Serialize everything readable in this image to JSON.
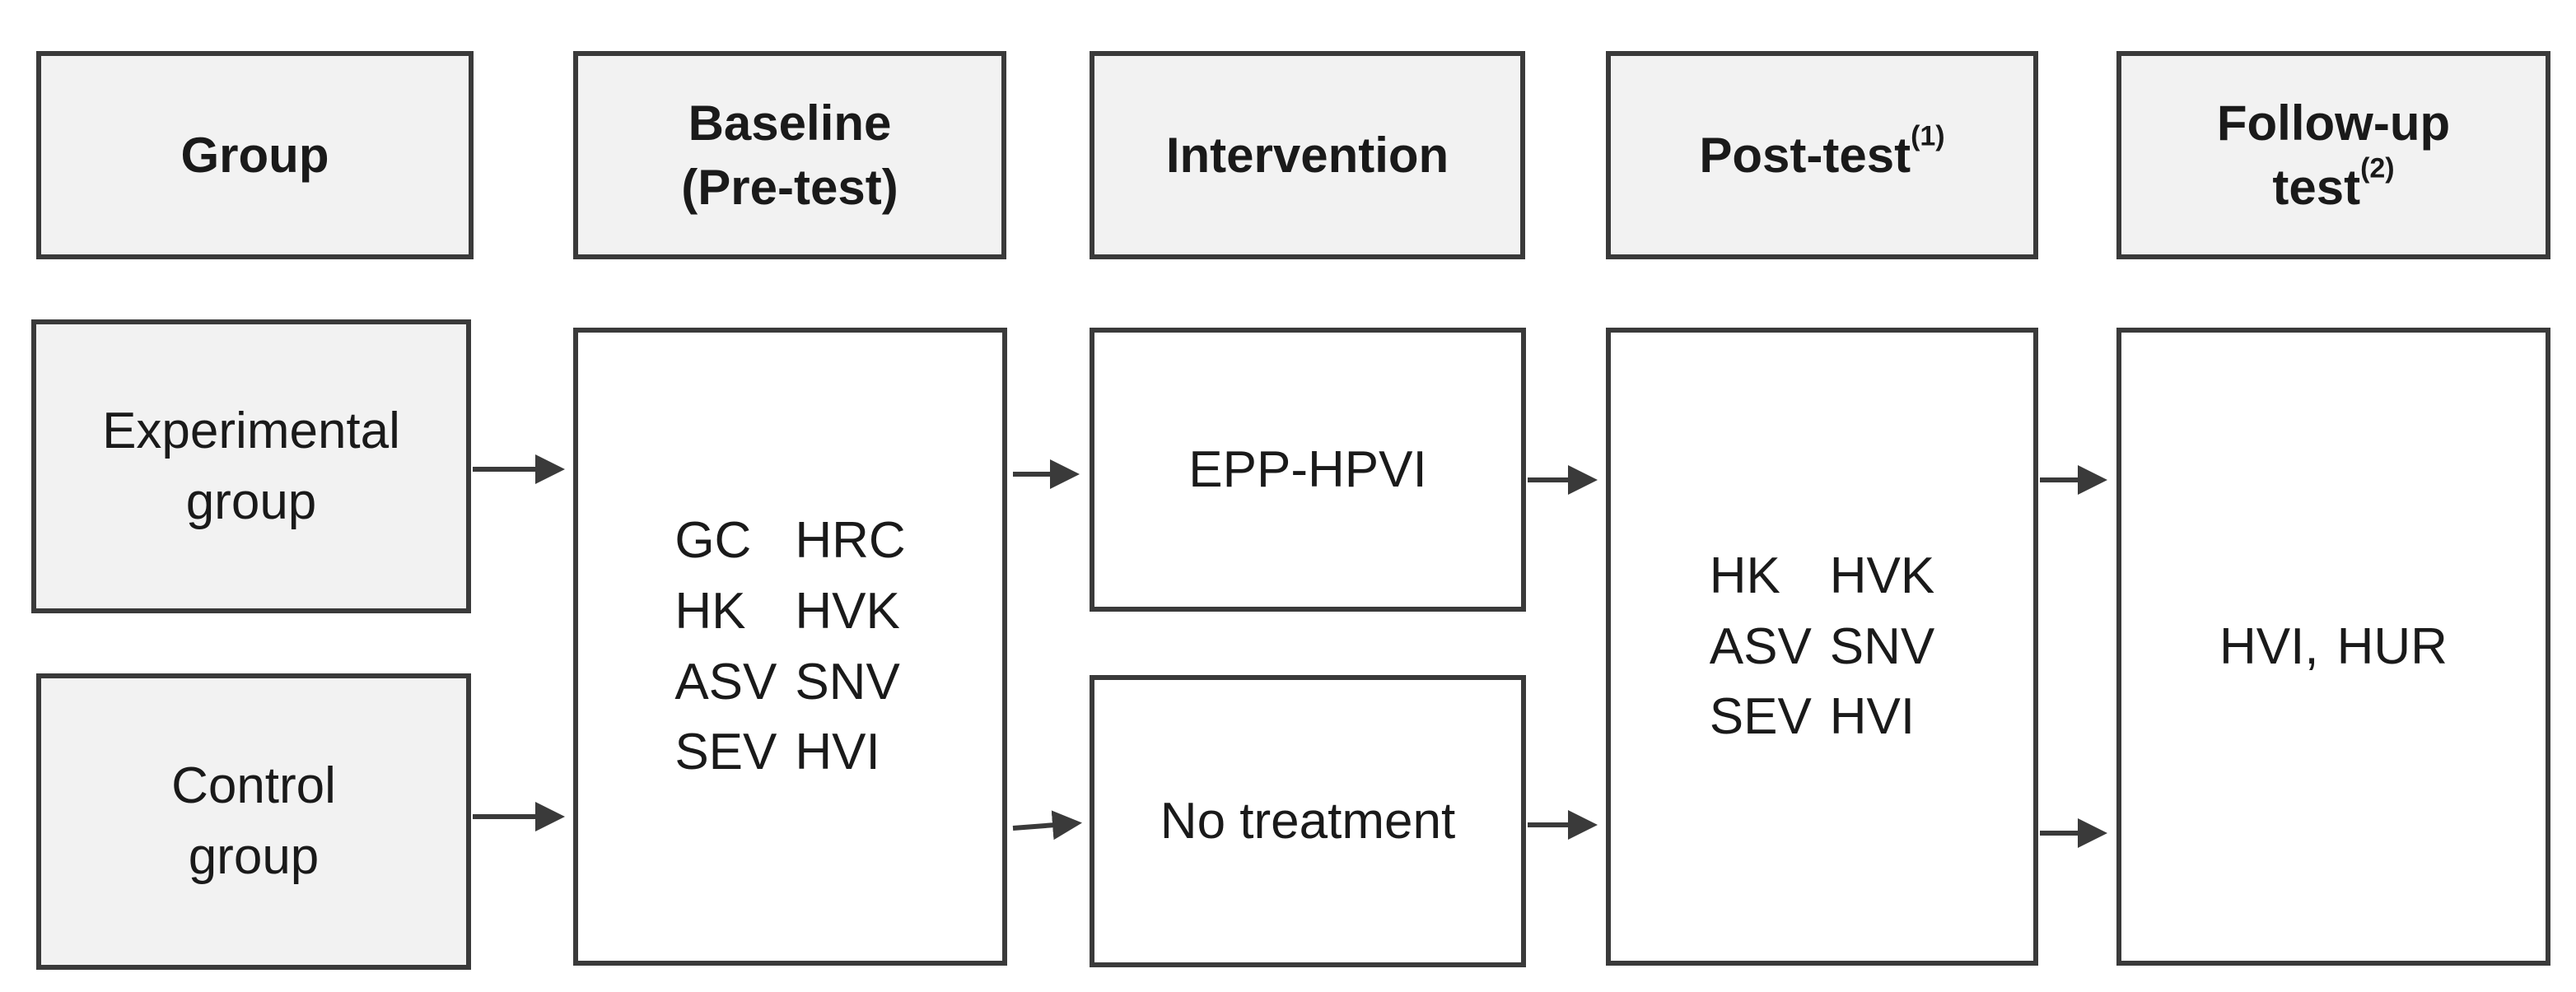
{
  "headers": {
    "group": "Group",
    "baseline_line1": "Baseline",
    "baseline_line2": "(Pre-test)",
    "intervention": "Intervention",
    "posttest": "Post-test",
    "posttest_sup": "(1)",
    "followup_line1": "Follow-up",
    "followup_line2": "test",
    "followup_sup": "(2)"
  },
  "groups": {
    "experimental_line1": "Experimental",
    "experimental_line2": "group",
    "control_line1": "Control",
    "control_line2": "group"
  },
  "baseline_measures": [
    [
      "GC",
      "HRC"
    ],
    [
      "HK",
      "HVK"
    ],
    [
      "ASV",
      "SNV"
    ],
    [
      "SEV",
      "HVI"
    ]
  ],
  "interventions": {
    "experimental": "EPP-HPVI",
    "control": "No treatment"
  },
  "posttest_measures": [
    [
      "HK",
      "HVK"
    ],
    [
      "ASV",
      "SNV"
    ],
    [
      "SEV",
      "HVI"
    ]
  ],
  "followup_measures": {
    "a": "HVI,",
    "b": "HUR"
  },
  "colors": {
    "header_fill": "#f2f2f2",
    "border": "#3a3a3a",
    "arrow": "#3a3a3a"
  }
}
